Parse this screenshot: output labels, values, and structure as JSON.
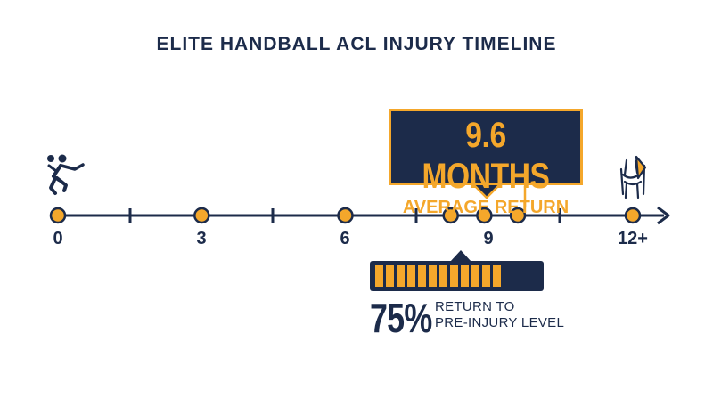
{
  "title": "ELITE HANDBALL ACL INJURY TIMELINE",
  "callout": {
    "value": "9.6 MONTHS",
    "label": "AVERAGE RETURN"
  },
  "timeline": {
    "tick_labels": [
      "0",
      "3",
      "6",
      "9",
      "12+"
    ],
    "milestone_months": [
      0,
      3,
      6,
      8.2,
      8.9,
      9.6,
      12
    ],
    "callout_month": 9.6
  },
  "return_stat": {
    "percent": "75%",
    "fraction": 0.75,
    "line1": "RETURN TO",
    "line2": "PRE-INJURY LEVEL"
  },
  "icons": {
    "start": "handball-player-icon",
    "end": "knee-joint-icon"
  },
  "colors": {
    "navy": "#1c2b4a",
    "gold": "#f4a72b"
  }
}
